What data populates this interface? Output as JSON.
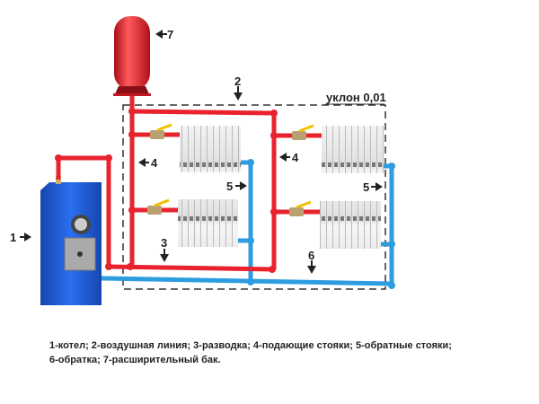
{
  "labels": {
    "boiler": "1",
    "air_line": "2",
    "distribution": "3",
    "supply_riser_left": "4",
    "supply_riser_right": "4",
    "return_riser_left": "5",
    "return_riser_right": "5",
    "return_line": "6",
    "expansion_tank": "7",
    "slope": "уклон 0,01"
  },
  "caption": {
    "line1": "1-котел; 2-воздушная линия; 3-разводка; 4-подающие стояки; 5-обратные стояки;",
    "line2": "6-обратка; 7-расширительный бак."
  },
  "colors": {
    "supply": "#e8232e",
    "return": "#2e9de0",
    "boiler": "#1f5fd0",
    "tank": "#e0202a"
  }
}
